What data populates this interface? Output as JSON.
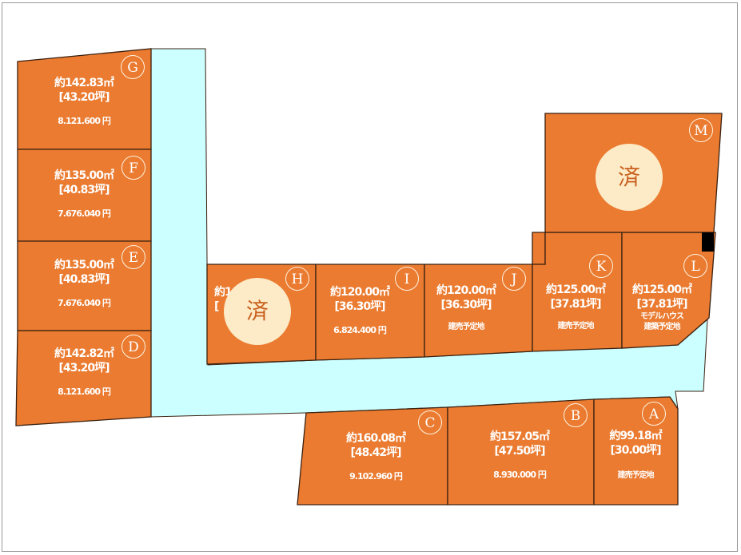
{
  "colors": {
    "lot": "#ea7b30",
    "road": "#ccffff",
    "sold_badge": "#fdebc8",
    "border": "#3a2010"
  },
  "sold_label": "済",
  "lots": [
    {
      "id": "G",
      "area": "約142.83㎡",
      "tsubo": "[43.20坪]",
      "price": "8.121.600 円"
    },
    {
      "id": "F",
      "area": "約135.00㎡",
      "tsubo": "[40.83坪]",
      "price": "7.676.040 円"
    },
    {
      "id": "E",
      "area": "約135.00㎡",
      "tsubo": "[40.83坪]",
      "price": "7.676.040 円"
    },
    {
      "id": "D",
      "area": "約142.82㎡",
      "tsubo": "[43.20坪]",
      "price": "8.121.600 円"
    },
    {
      "id": "H",
      "area": "約1",
      "tsubo": "[",
      "status": "済"
    },
    {
      "id": "I",
      "area": "約120.00㎡",
      "tsubo": "[36.30坪]",
      "price": "6.824.400 円"
    },
    {
      "id": "J",
      "area": "約120.00㎡",
      "tsubo": "[36.30坪]",
      "note": "建売予定地"
    },
    {
      "id": "K",
      "area": "約125.00㎡",
      "tsubo": "[37.81坪]",
      "note": "建売予定地"
    },
    {
      "id": "L",
      "area": "約125.00㎡",
      "tsubo": "[37.81坪]",
      "note1": "モデルハウス",
      "note": "建築予定地"
    },
    {
      "id": "M",
      "status": "済"
    },
    {
      "id": "C",
      "area": "約160.08㎡",
      "tsubo": "[48.42坪]",
      "price": "9.102.960 円"
    },
    {
      "id": "B",
      "area": "約157.05㎡",
      "tsubo": "[47.50坪]",
      "price": "8.930.000 円"
    },
    {
      "id": "A",
      "area": "約99.18㎡",
      "tsubo": "[30.00坪]",
      "note": "建売予定地"
    }
  ]
}
